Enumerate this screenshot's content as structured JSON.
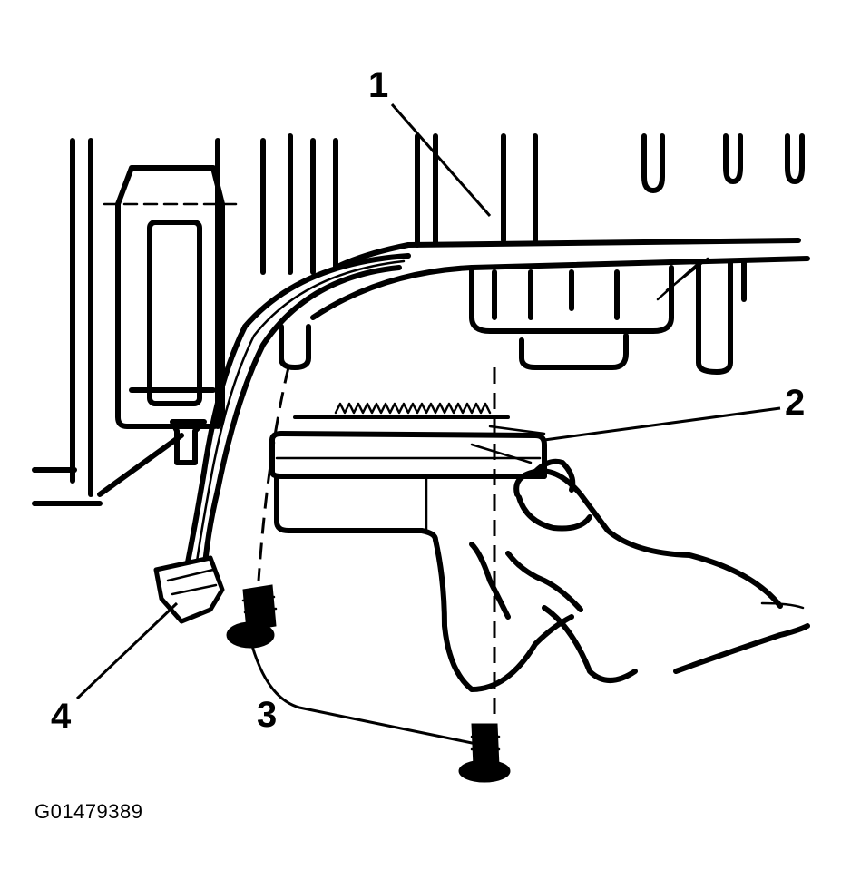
{
  "figure": {
    "id": "G01479389",
    "callouts": [
      {
        "key": "c1",
        "label": "1"
      },
      {
        "key": "c2",
        "label": "2"
      },
      {
        "key": "c3",
        "label": "3"
      },
      {
        "key": "c4",
        "label": "4"
      }
    ]
  }
}
